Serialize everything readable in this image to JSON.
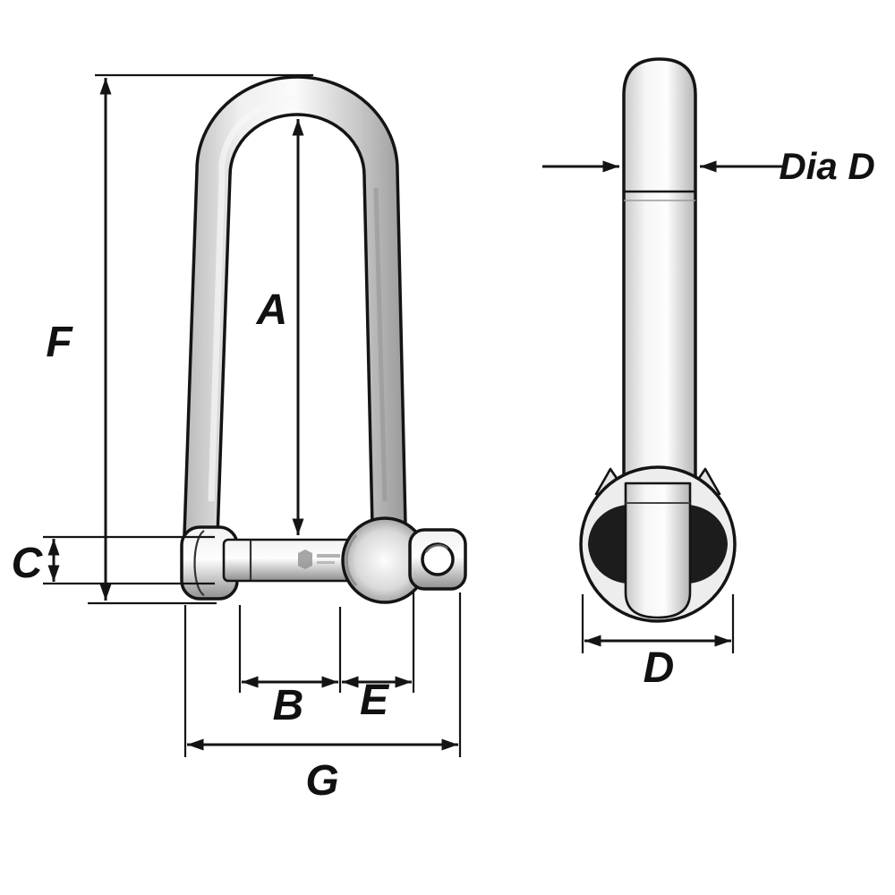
{
  "diagram": {
    "type": "technical-drawing",
    "background": "#ffffff",
    "line_color": "#141414",
    "labels": {
      "F": "F",
      "A": "A",
      "C": "C",
      "B": "B",
      "E": "E",
      "G": "G",
      "diaD": "Dia D",
      "D": "D"
    }
  }
}
